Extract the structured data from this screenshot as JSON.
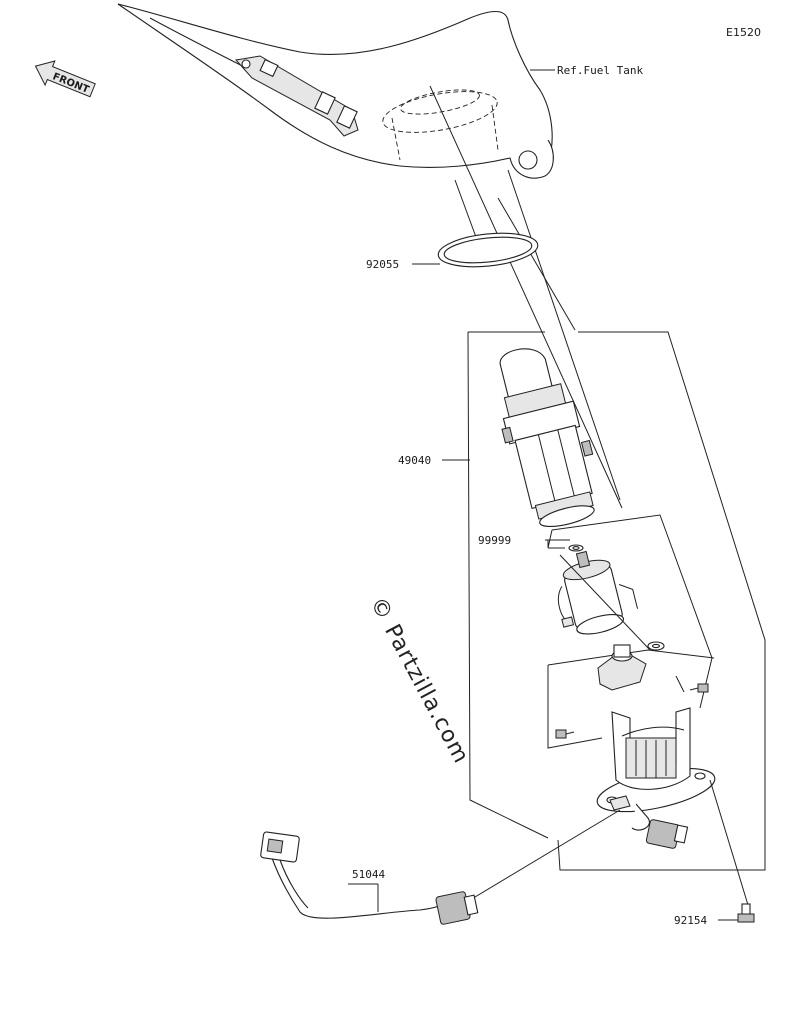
{
  "diagram": {
    "code": "E1520",
    "front_label": "FRONT",
    "watermark": "© Partzilla.com",
    "ref_label": "Ref.Fuel Tank",
    "parts": [
      {
        "id": "92055"
      },
      {
        "id": "49040"
      },
      {
        "id": "99999"
      },
      {
        "id": "51044"
      },
      {
        "id": "92154"
      }
    ]
  }
}
